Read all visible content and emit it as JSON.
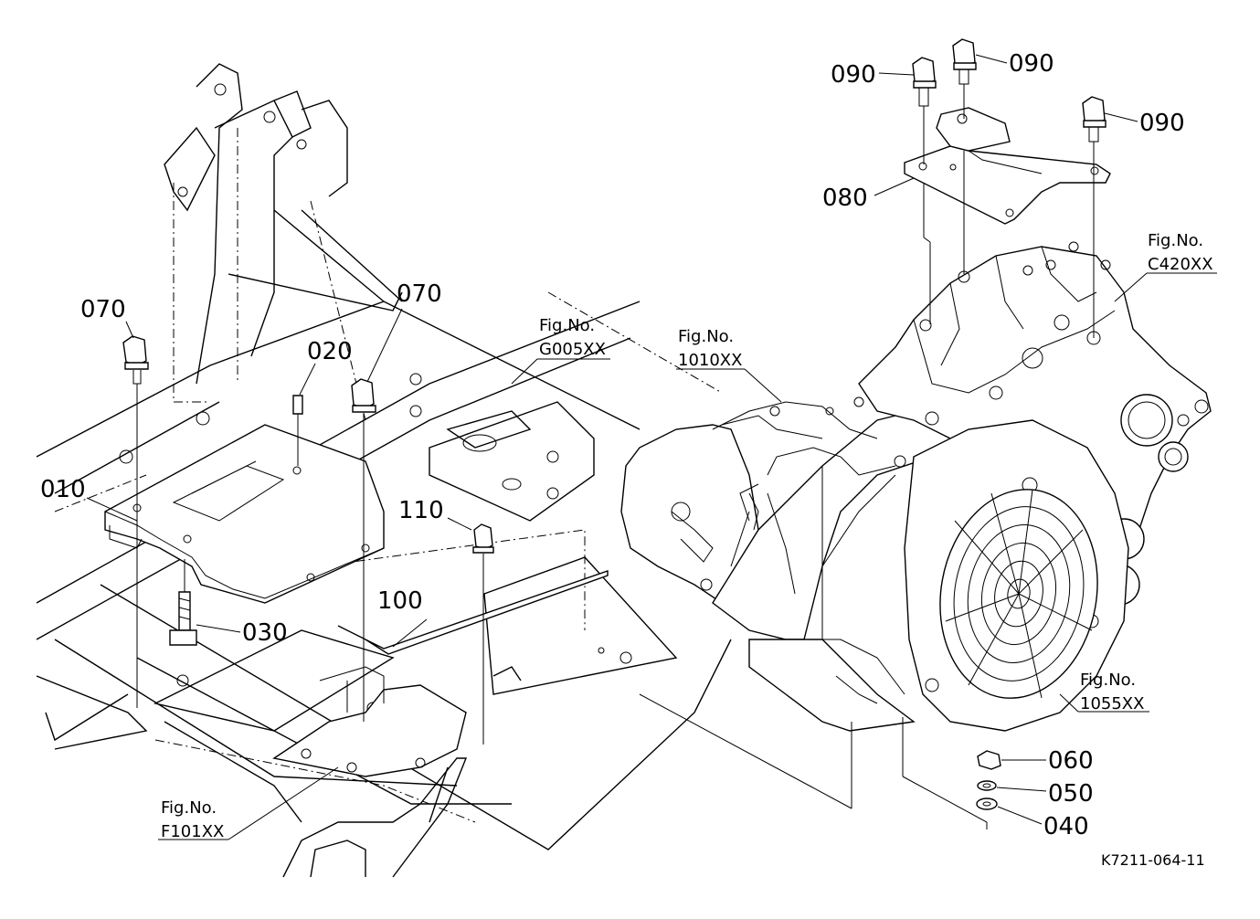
{
  "callouts": {
    "p010": "010",
    "p020": "020",
    "p030": "030",
    "p040": "040",
    "p050": "050",
    "p060": "060",
    "p070a": "070",
    "p070b": "070",
    "p080": "080",
    "p090a": "090",
    "p090b": "090",
    "p090c": "090",
    "p100": "100",
    "p110": "110"
  },
  "figrefs": {
    "g005": {
      "label": "Fig.No.",
      "code": "G005XX"
    },
    "f1010": {
      "label": "Fig.No.",
      "code": "1010XX"
    },
    "c420": {
      "label": "Fig.No.",
      "code": "C420XX"
    },
    "f1055": {
      "label": "Fig.No.",
      "code": "1055XX"
    },
    "f101": {
      "label": "Fig.No.",
      "code": "F101XX"
    }
  },
  "drawing_code": "K7211-064-11"
}
